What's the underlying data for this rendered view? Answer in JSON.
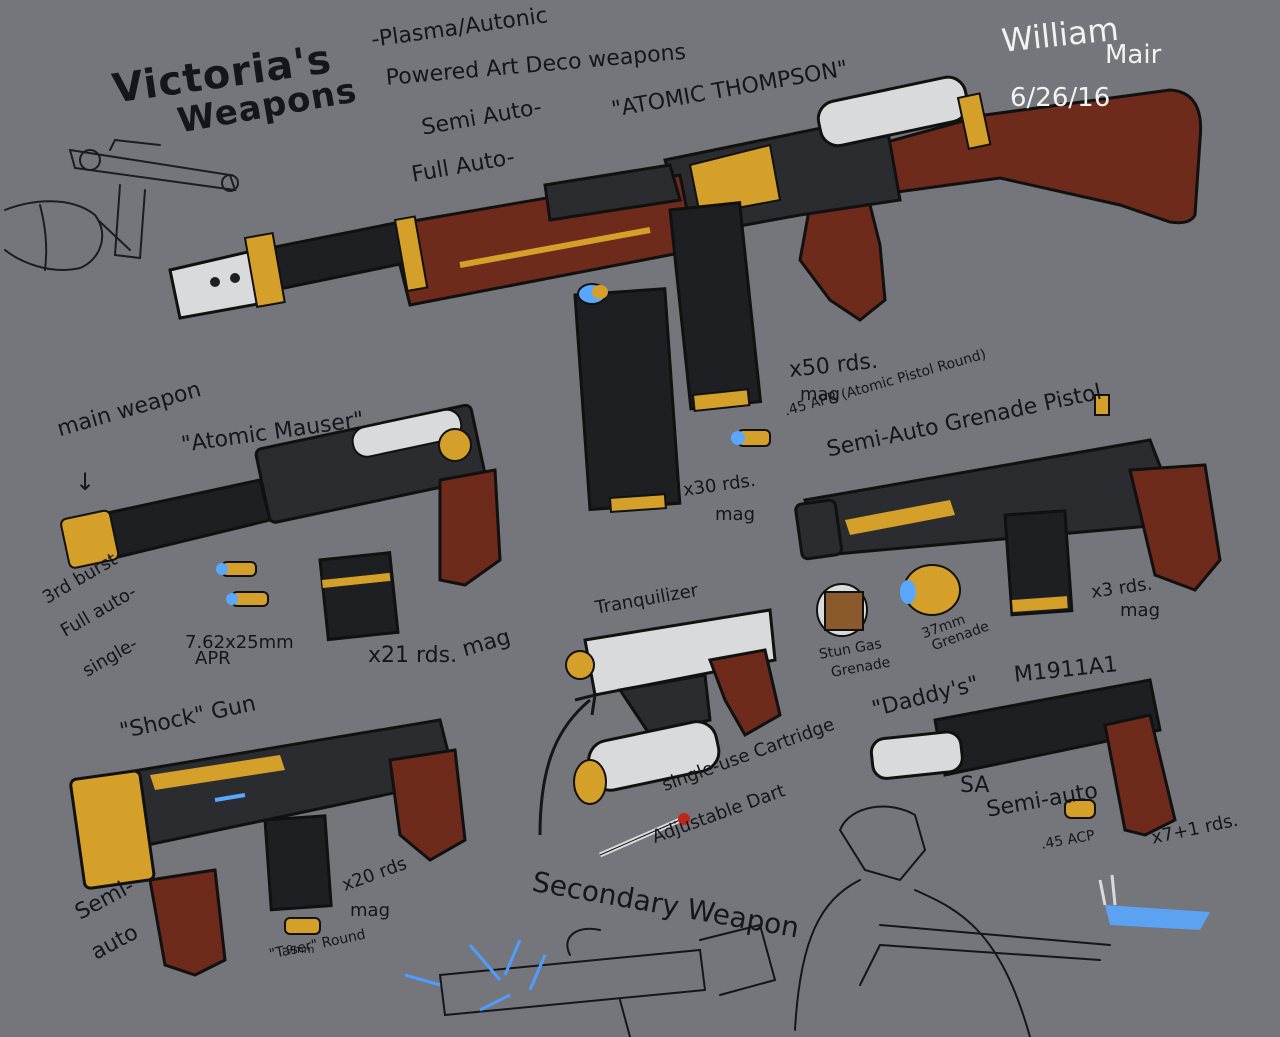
{
  "heading": {
    "title_line1": "Victoria's",
    "title_line2": "Weapons"
  },
  "subtitle": {
    "line1": "-Plasma/Autonic",
    "line2": "Powered Art Deco weapons"
  },
  "signature": {
    "name_line1": "William",
    "name_line2": "Mair",
    "date": "6/26/16"
  },
  "thompson": {
    "name": "\"ATOMIC THOMPSON\"",
    "modes": [
      "Semi Auto-",
      "Full Auto-"
    ],
    "mag_large": "x50 rds.",
    "mag_large_unit": "mag",
    "ammo": ".45 APR (Atomic Pistol Round)",
    "mag_small": "x30 rds.",
    "mag_small_unit": "mag"
  },
  "mauser": {
    "category": "main weapon",
    "name": "\"Atomic Mauser\"",
    "modes": [
      "3rd burst-",
      "Full auto-",
      "single-"
    ],
    "ammo_line1": "7.62x25mm",
    "ammo_line2": "APR",
    "mag": "x21 rds.",
    "mag_unit": "mag"
  },
  "grenade_pistol": {
    "name": "Semi-Auto Grenade Pistol",
    "mag": "x3 rds.",
    "mag_unit": "mag",
    "stun_line1": "Stun Gas",
    "stun_line2": "Grenade",
    "grenade_line1": "37mm",
    "grenade_line2": "Grenade"
  },
  "tranquilizer": {
    "name": "Tranquilizer",
    "cartridge": "single-use Cartridge",
    "dart": "Adjustable Dart"
  },
  "shock_gun": {
    "name": "\"Shock\" Gun",
    "modes": [
      "Semi-",
      "auto"
    ],
    "mag": "x20 rds",
    "mag_unit": "mag",
    "ammo_line1": "9mm",
    "ammo_line2": "\"Taser\" Round"
  },
  "secondary": {
    "label": "Secondary Weapon"
  },
  "m1911": {
    "name_prefix": "\"Daddy's\"",
    "name": "M1911A1",
    "mode_short": "SA",
    "mode": "Semi-auto",
    "ammo": ".45 ACP",
    "mag": "x7+1 rds."
  },
  "colors": {
    "background": "#75767b",
    "brass": "#d4a02a",
    "wood": "#6e2a1a",
    "gunmetal": "#2b2c30",
    "steel": "#d9dadc",
    "plasma": "#5aa7ff"
  }
}
